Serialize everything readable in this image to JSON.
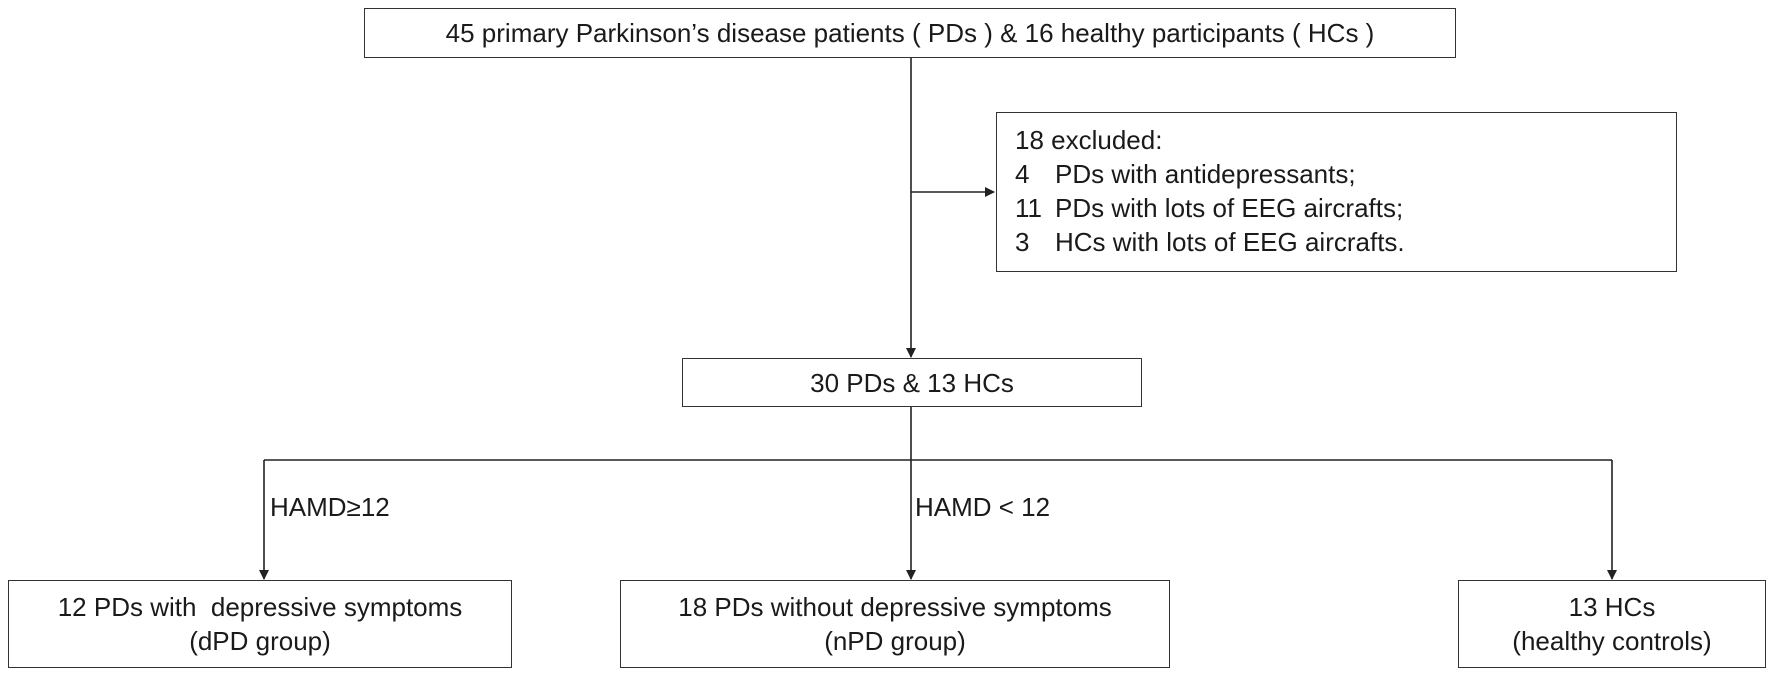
{
  "top": {
    "text": "45 primary Parkinson’s disease patients ( PDs ) & 16 healthy participants ( HCs )"
  },
  "excluded": {
    "title": "18 excluded:",
    "items": [
      {
        "count": "4",
        "text": "PDs with antidepressants;"
      },
      {
        "count": "11",
        "text": "PDs with lots of EEG aircrafts;"
      },
      {
        "count": "3",
        "text": "HCs with lots of EEG aircrafts."
      }
    ]
  },
  "middle": {
    "text": "30 PDs & 13 HCs"
  },
  "branch_labels": {
    "left": "HAMD≥12",
    "center": "HAMD < 12"
  },
  "groups": {
    "dpd": {
      "line1": "12 PDs with  depressive symptoms",
      "line2": "(dPD group)"
    },
    "npd": {
      "line1": "18 PDs without depressive symptoms",
      "line2": "(nPD group)"
    },
    "hc": {
      "line1": "13 HCs",
      "line2": "(healthy controls)"
    }
  }
}
